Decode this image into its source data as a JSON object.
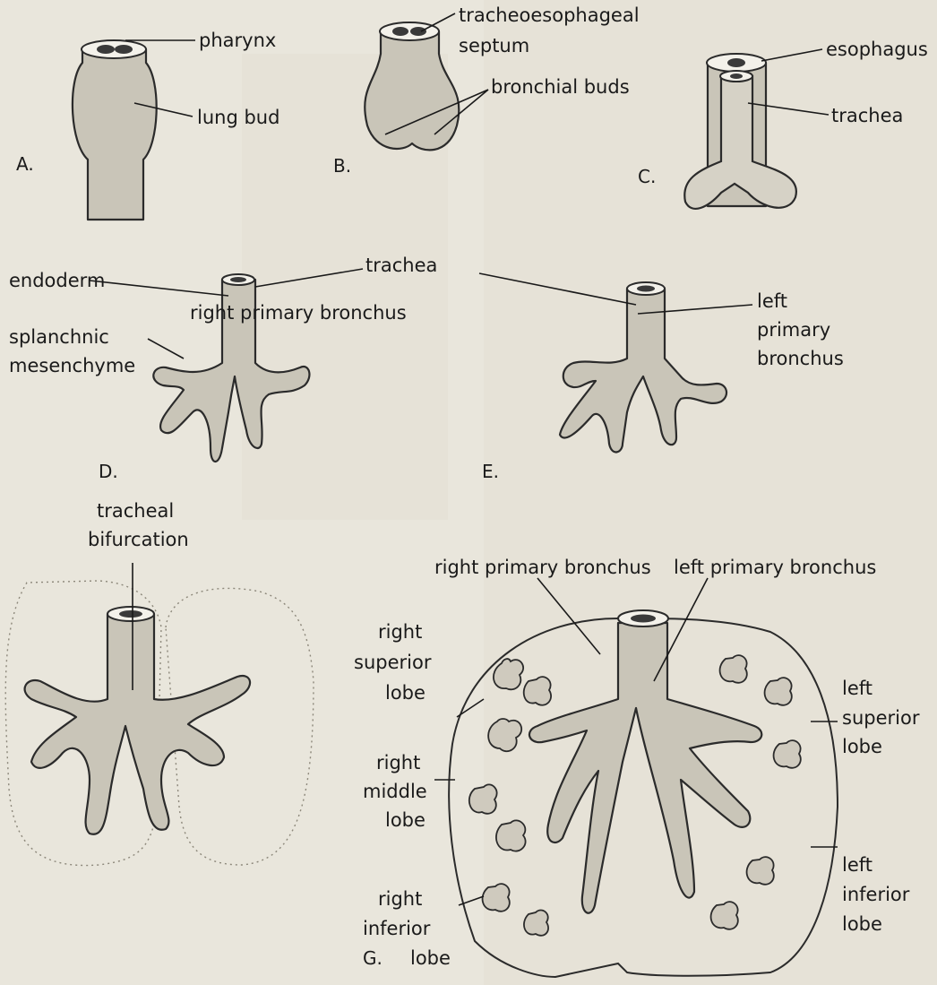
{
  "labels": {
    "pharynx": "pharynx",
    "lung_bud": "lung bud",
    "tracheoesophageal": "tracheoesophageal",
    "septum": "septum",
    "bronchial_buds": "bronchial buds",
    "esophagus": "esophagus",
    "trachea_c": "trachea",
    "trachea_de": "trachea",
    "endoderm": "endoderm",
    "right_primary_bronchus_d": "right primary bronchus",
    "splanchnic": "splanchnic",
    "mesenchyme": "mesenchyme",
    "left": "left",
    "primary": "primary",
    "bronchus": "bronchus",
    "tracheal": "tracheal",
    "bifurcation": "bifurcation",
    "right_primary_bronchus_f": "right primary bronchus",
    "left_primary_bronchus_f": "left primary bronchus",
    "right_sup_1": "right",
    "right_sup_2": "superior",
    "right_sup_3": "lobe",
    "right_mid_1": "right",
    "right_mid_2": "middle",
    "right_mid_3": "lobe",
    "right_inf_1": "right",
    "right_inf_2": "inferior",
    "right_inf_3": "lobe",
    "left_sup_1": "left",
    "left_sup_2": "superior",
    "left_sup_3": "lobe",
    "left_inf_1": "left",
    "left_inf_2": "inferior",
    "left_inf_3": "lobe"
  },
  "panels": {
    "a": "A.",
    "b": "B.",
    "c": "C.",
    "d": "D.",
    "e": "E.",
    "g": "G."
  }
}
